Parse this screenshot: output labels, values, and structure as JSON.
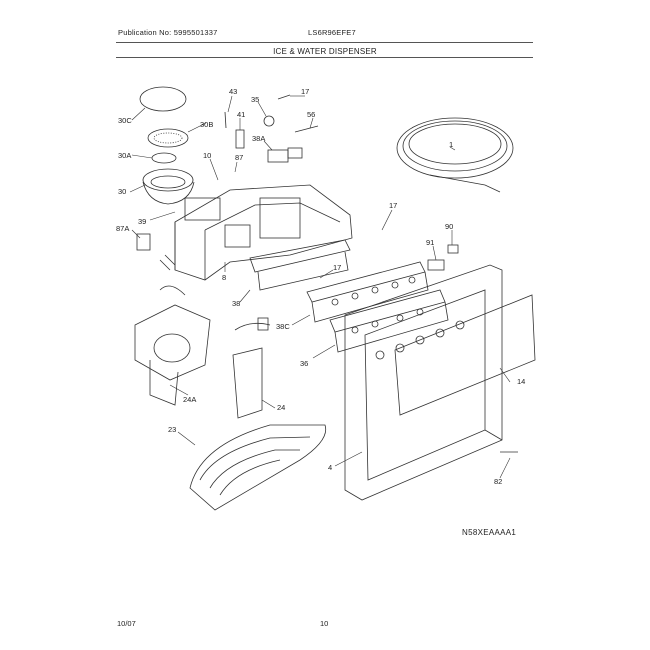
{
  "header": {
    "publication": "Publication No: 5995501337",
    "model": "LS6R96EFE7",
    "title": "ICE & WATER DISPENSER"
  },
  "footer": {
    "date": "10/07",
    "page": "10"
  },
  "drawing_id": "N58XEAAAA1",
  "parts": {
    "p30C": "30C",
    "p30B": "30B",
    "p30A": "30A",
    "p30": "30",
    "p39": "39",
    "p87A": "87A",
    "p10": "10",
    "p43": "43",
    "p41": "41",
    "p35": "35",
    "p17a": "17",
    "p56": "56",
    "p38A": "38A",
    "p87": "87",
    "p1": "1",
    "p8": "8",
    "p17b": "17",
    "p17c": "17",
    "p90": "90",
    "p91": "91",
    "p38": "38",
    "p38C": "38C",
    "p36": "36",
    "p24A": "24A",
    "p24": "24",
    "p23": "23",
    "p14": "14",
    "p4": "4",
    "p82": "82"
  }
}
